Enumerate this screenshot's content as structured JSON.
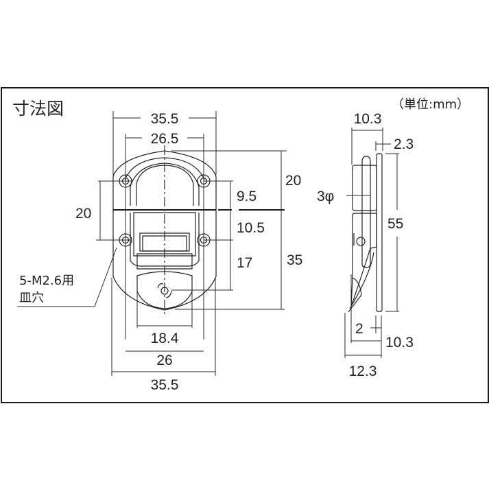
{
  "title": "寸法図",
  "unit_note": "（単位:mm）",
  "front_view": {
    "top_width_outer": "35.5",
    "top_width_holes": "26.5",
    "left_hole_pitch": "20",
    "right_upper": "9.5",
    "right_mid": "10.5",
    "right_lower": "17",
    "far_right_upper": "20",
    "far_right_lower": "35",
    "bottom_width_inner": "18.4",
    "bottom_width_holes": "26",
    "bottom_width_outer": "35.5",
    "note_line1": "5-M2.6用",
    "note_line2": "皿穴"
  },
  "side_view": {
    "top_depth": "10.3",
    "plate_thickness_top": "2.3",
    "pin_diameter": "3φ",
    "height": "55",
    "plate_thickness_bottom": "2",
    "bottom_depth": "10.3",
    "overall_depth": "12.3"
  },
  "colors": {
    "line": "#1f1f1f",
    "background": "#ffffff"
  }
}
